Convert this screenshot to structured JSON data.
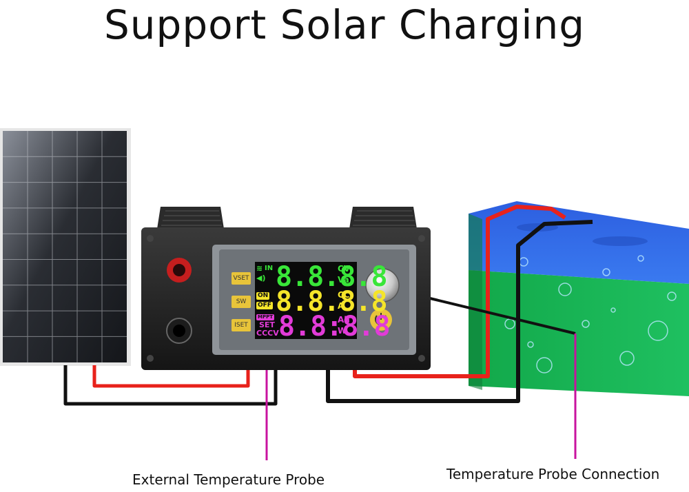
{
  "headline": "Support Solar Charging",
  "captions": {
    "left": "External Temperature Probe",
    "right": "Temperature Probe Connection"
  },
  "device": {
    "buttons": [
      "VSET",
      "SW",
      "ISET"
    ],
    "display": {
      "row1": {
        "digits": "8.8.8.8",
        "unit_top": "CV",
        "unit_bottom": "Va",
        "icon_text": "IN"
      },
      "row2": {
        "digits": "8.8.8.8",
        "unit_top": "CC",
        "unit_bottom": "A",
        "on": "ON",
        "off": "OFF"
      },
      "row3": {
        "digits": "8.8:8.8",
        "unit_top": "Ah",
        "unit_bottom": "W",
        "mppt": "MPPT",
        "set": "SET",
        "mode": "CCCV"
      }
    }
  },
  "colors": {
    "wire_red": "#e8221b",
    "wire_black": "#111111",
    "probe_wire": "#c8129f",
    "lcd_green": "#39e639",
    "lcd_yellow": "#f5e52a",
    "lcd_magenta": "#e23bd8",
    "button_yellow": "#e8c43a"
  },
  "icons": [
    "solar-panel-icon",
    "battery-icon",
    "rotary-knob-icon",
    "power-button-icon",
    "wifi-icon",
    "speaker-icon"
  ]
}
